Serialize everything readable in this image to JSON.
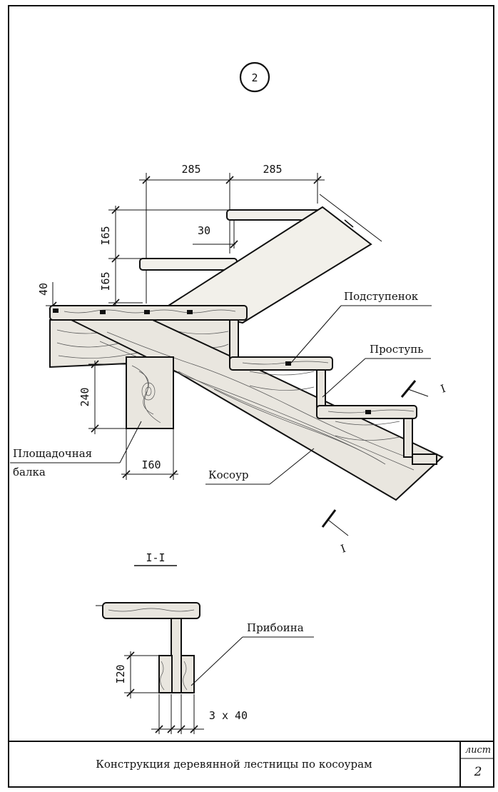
{
  "drawing": {
    "sheet_marker": "2",
    "labels": {
      "riser": "Подступенок",
      "tread": "Проступь",
      "landing_beam_line1": "Площадочная",
      "landing_beam_line2": "балка",
      "stringer": "Косоур",
      "nailing_strip": "Прибоина",
      "section_title": "I-I",
      "section_mark_top": "I",
      "section_mark_bottom": "I"
    },
    "dimensions": {
      "tread_width_1": "285",
      "tread_width_2": "285",
      "riser_height_1": "I65",
      "riser_height_2": "I65",
      "nosing": "30",
      "tread_thickness": "40",
      "beam_height": "240",
      "beam_width": "I60",
      "strip_height": "I20",
      "strip_count": "3 x 40"
    }
  },
  "title_block": {
    "title": "Конструкция деревянной лестницы по косоурам",
    "sheet_label": "лист",
    "sheet_number": "2"
  }
}
